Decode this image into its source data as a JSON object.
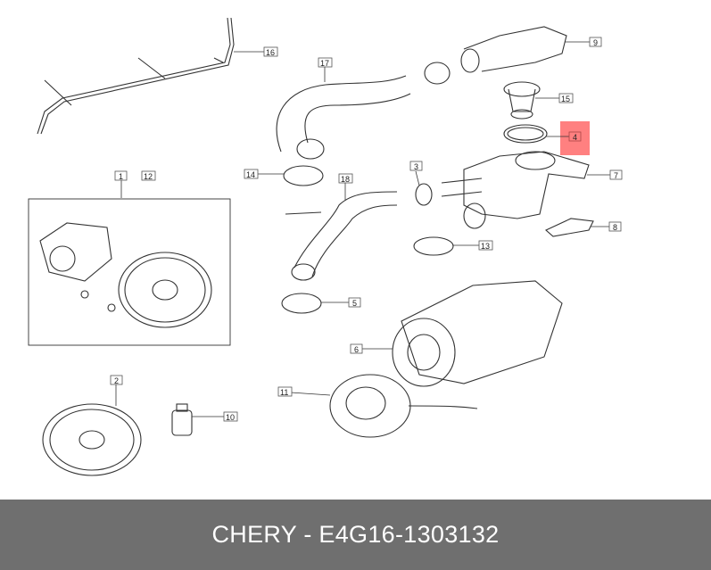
{
  "diagram": {
    "labels": {
      "p1": "1",
      "p2": "2",
      "p3": "3",
      "p4": "4",
      "p5": "5",
      "p6": "6",
      "p7": "7",
      "p8": "8",
      "p9": "9",
      "p10": "10",
      "p11": "11",
      "p12": "12",
      "p13": "13",
      "p14": "14",
      "p15": "15",
      "p16": "16",
      "p17": "17",
      "p18": "18"
    },
    "highlighted_part": "4",
    "highlight_color": "#ff8080"
  },
  "footer": {
    "text": "CHERY - E4G16-1303132"
  }
}
